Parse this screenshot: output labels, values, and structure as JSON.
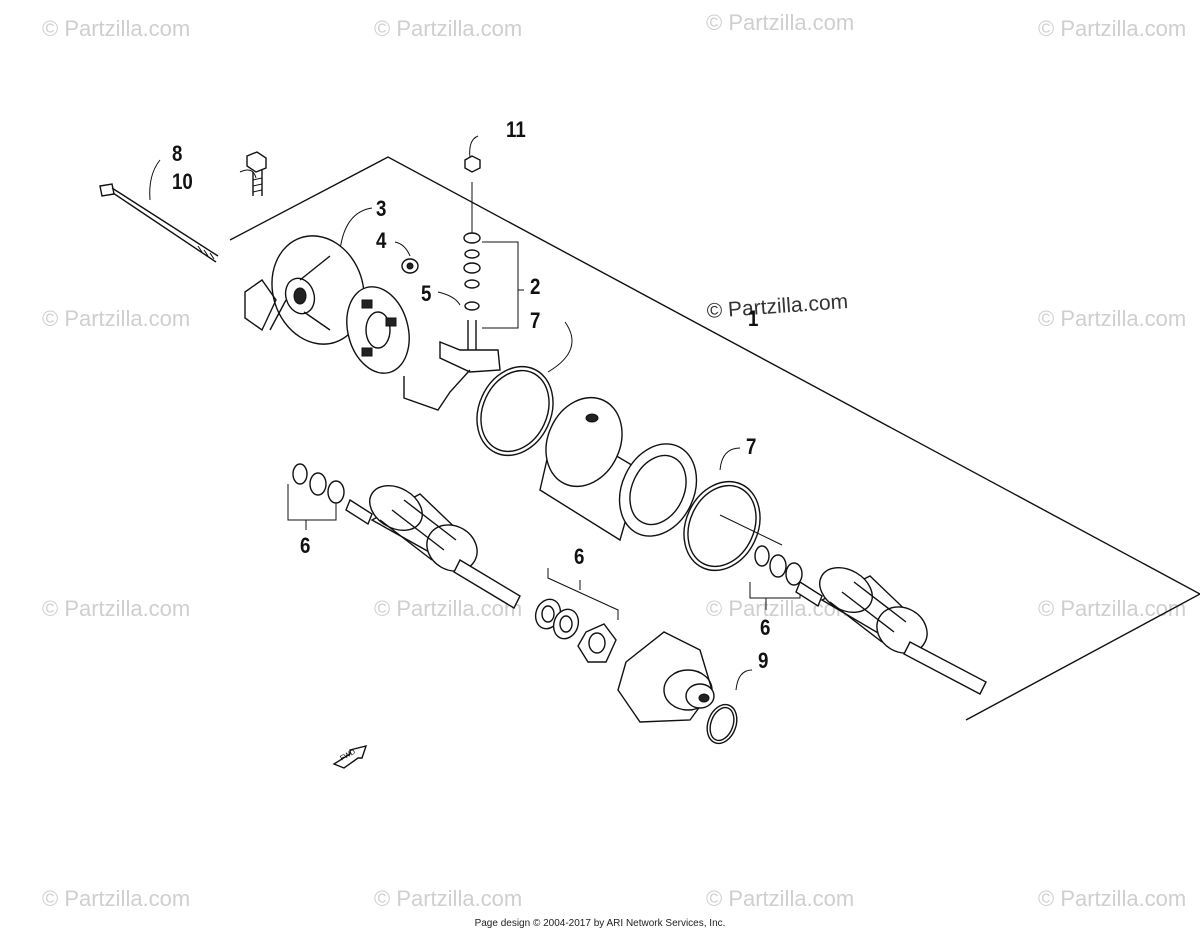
{
  "watermark_text": "© Partzilla.com",
  "footer_text": "Page design © 2004-2017 by ARI Network Services, Inc.",
  "fwd_label": "FWD",
  "callouts": {
    "c1": "1",
    "c2": "2",
    "c3": "3",
    "c4": "4",
    "c5": "5",
    "c6a": "6",
    "c6b": "6",
    "c6c": "6",
    "c7a": "7",
    "c7b": "7",
    "c8": "8",
    "c9": "9",
    "c10": "10",
    "c11": "11"
  }
}
